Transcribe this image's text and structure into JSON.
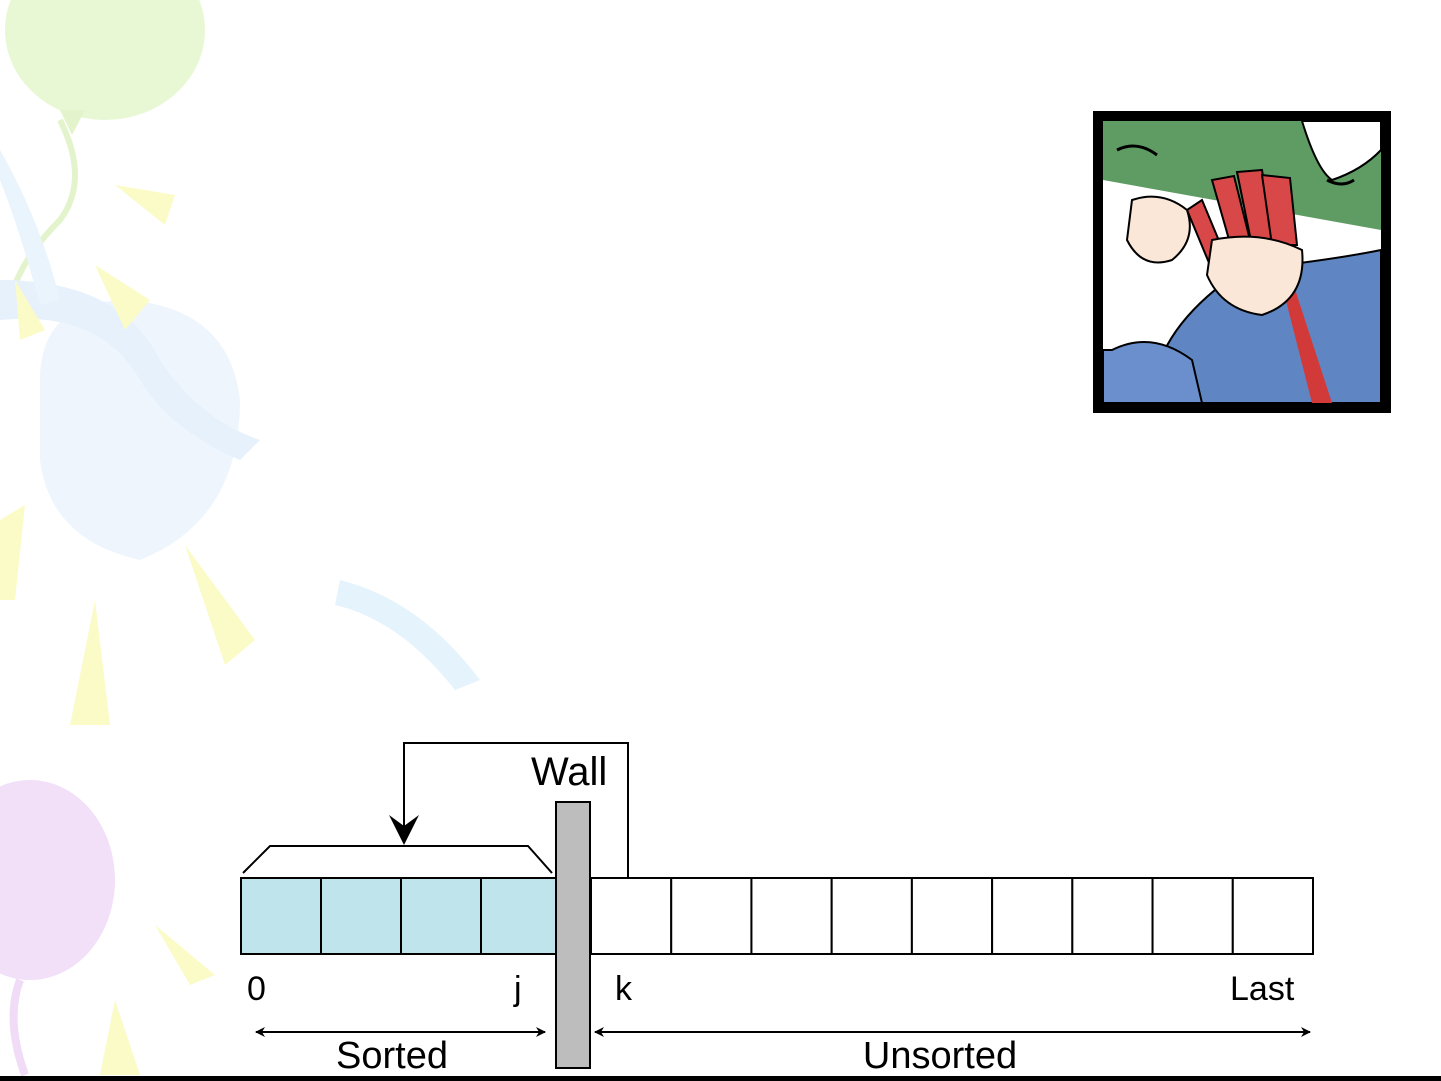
{
  "diagram": {
    "wall_label": "Wall",
    "index_start": "0",
    "index_j": "j",
    "index_k": "k",
    "index_last": "Last",
    "sorted_label": "Sorted",
    "unsorted_label": "Unsorted",
    "sorted_cells": 4,
    "unsorted_cells": 9,
    "sorted_color": "#bfe4ec",
    "wall_color": "#bdbdbd"
  },
  "decor": {
    "background": "party-balloons-confetti",
    "clipart": "card-player-clipart"
  }
}
